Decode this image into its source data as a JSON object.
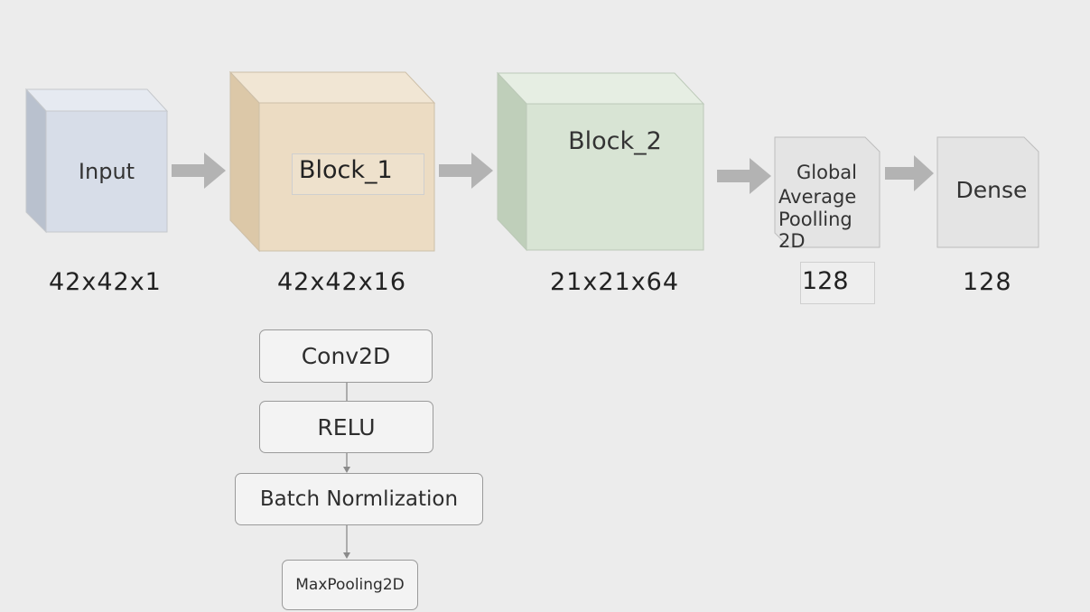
{
  "layers": [
    {
      "name": "Input",
      "shape": "42x42x1",
      "color": "#d7dde8"
    },
    {
      "name": "Block_1",
      "shape": "42x42x16",
      "color": "#ecdcc3"
    },
    {
      "name": "Block_2",
      "shape": "21x21x64",
      "color": "#d8e4d4"
    },
    {
      "name": "Global Average Poolling 2D",
      "name_lines": [
        "Global",
        "Average",
        "Poolling 2D"
      ],
      "shape": "128",
      "color": "#e4e4e4"
    },
    {
      "name": "Dense",
      "shape": "128",
      "color": "#e4e4e4"
    }
  ],
  "block_detail": {
    "steps": [
      "Conv2D",
      "RELU",
      "Batch Normlization",
      "MaxPooling2D"
    ]
  }
}
